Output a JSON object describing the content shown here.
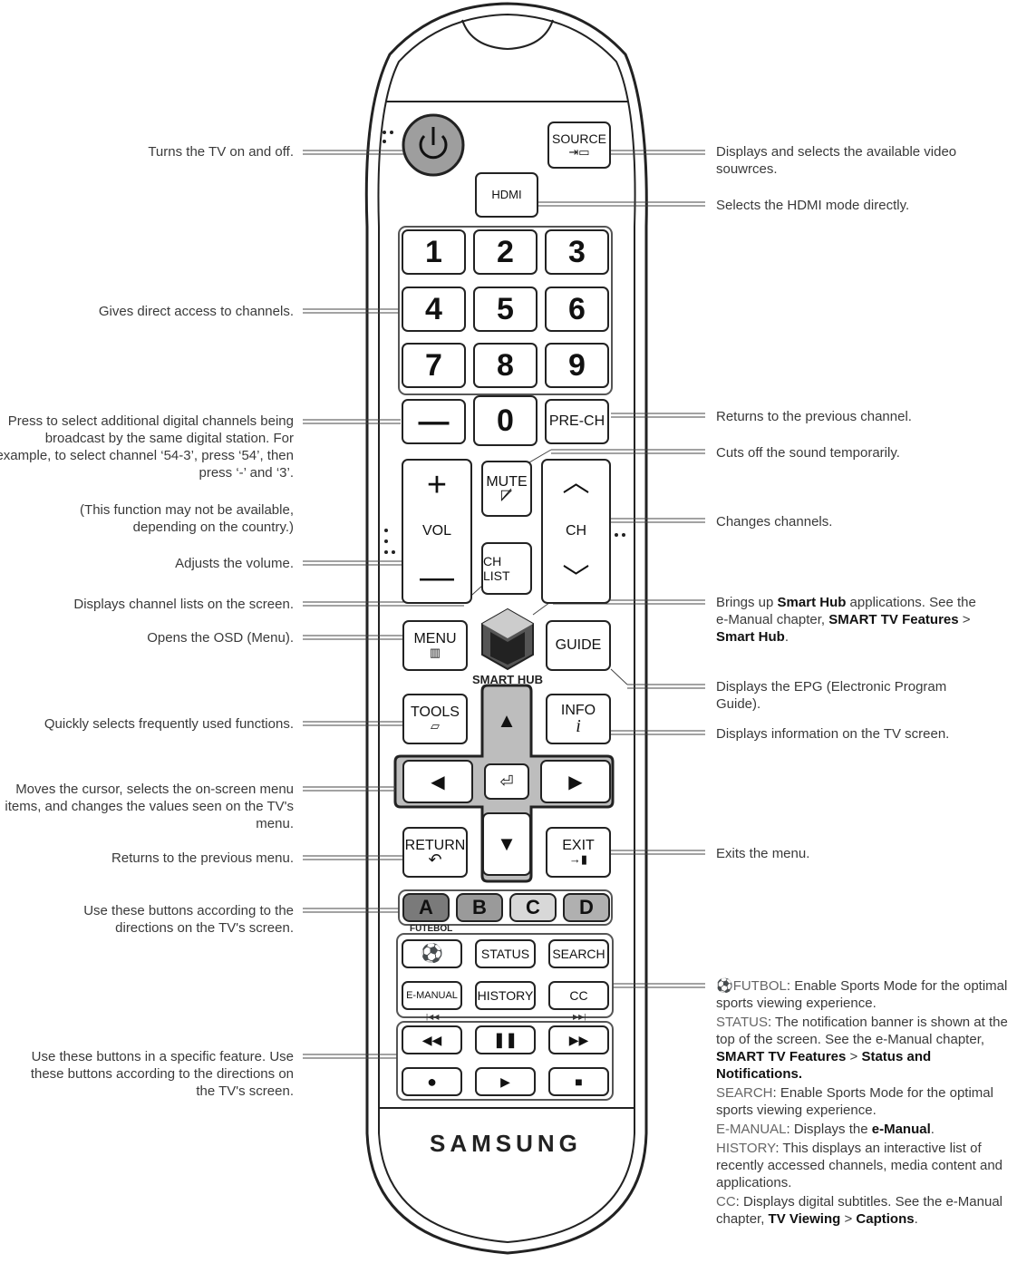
{
  "buttons": {
    "source": "SOURCE",
    "hdmi": "HDMI",
    "d1": "1",
    "d2": "2",
    "d3": "3",
    "d4": "4",
    "d5": "5",
    "d6": "6",
    "d7": "7",
    "d8": "8",
    "d9": "9",
    "d0": "0",
    "dash": "—",
    "prech": "PRE-CH",
    "mute": "MUTE",
    "vol": "VOL",
    "ch": "CH",
    "chlist": "CH LIST",
    "menu": "MENU",
    "smarthub": "SMART HUB",
    "guide": "GUIDE",
    "tools": "TOOLS",
    "info": "INFO",
    "return": "RETURN",
    "exit": "EXIT",
    "a": "A",
    "b": "B",
    "c": "C",
    "d": "D",
    "futebol": "FUTEBOL",
    "status": "STATUS",
    "search": "SEARCH",
    "emanual": "E-MANUAL",
    "history": "HISTORY",
    "cc": "CC",
    "brand": "SAMSUNG"
  },
  "annotations_left": [
    "Turns the TV on and off.",
    "Gives direct access to channels.",
    "Press to select additional digital channels being broadcast by the same digital station. For example, to select channel ‘54-3’, press ‘54’, then press ‘-’ and ‘3’.",
    "(This function may not be available, depending on the country.)",
    "Adjusts the volume.",
    "Displays channel lists on the screen.",
    "Opens the OSD (Menu).",
    "Quickly selects frequently used functions.",
    "Moves the cursor, selects the on-screen menu items, and changes the values seen on the TV's menu.",
    "Returns to the previous menu.",
    "Use these buttons according to the directions on the TV's screen.",
    "Use these buttons in a specific feature. Use these buttons according to the directions on the TV's screen."
  ],
  "annotations_right": {
    "source": "Displays and selects the available video souwrces.",
    "hdmi": "Selects the HDMI mode directly.",
    "prech": "Returns to the previous channel.",
    "mute": "Cuts off the sound temporarily.",
    "ch": "Changes channels.",
    "smarthub_1": "Brings up ",
    "smarthub_b1": "Smart Hub",
    "smarthub_2": " applications. See the e-Manual chapter, ",
    "smarthub_b2": "SMART TV Features",
    "smarthub_3": " > ",
    "smarthub_b3": "Smart Hub",
    "smarthub_4": ".",
    "guide": "Displays the EPG (Electronic Program Guide).",
    "info": "Displays information on the TV screen.",
    "exit": "Exits the menu.",
    "futbol_key": "FUTBOL",
    "futbol_text": ": Enable Sports Mode for the optimal sports viewing experience.",
    "status_key": "STATUS",
    "status_text": ": The notification banner is shown at the top of the screen. See the e-Manual chapter, ",
    "status_b1": "SMART TV Features",
    "status_sep": " > ",
    "status_b2": "Status and Notifications.",
    "search_key": "SEARCH",
    "search_text": ": Enable Sports Mode for the optimal sports viewing experience.",
    "emanual_key": "E-MANUAL",
    "emanual_text": ": Displays the ",
    "emanual_b": "e-Manual",
    "emanual_end": ".",
    "history_key": "HISTORY",
    "history_text": ": This displays an interactive list of recently accessed channels, media content and applications.",
    "cc_key": "CC",
    "cc_text": ": Displays digital subtitles. See the e-Manual chapter, ",
    "cc_b1": "TV Viewing",
    "cc_sep": " > ",
    "cc_b2": "Captions",
    "cc_end": "."
  }
}
